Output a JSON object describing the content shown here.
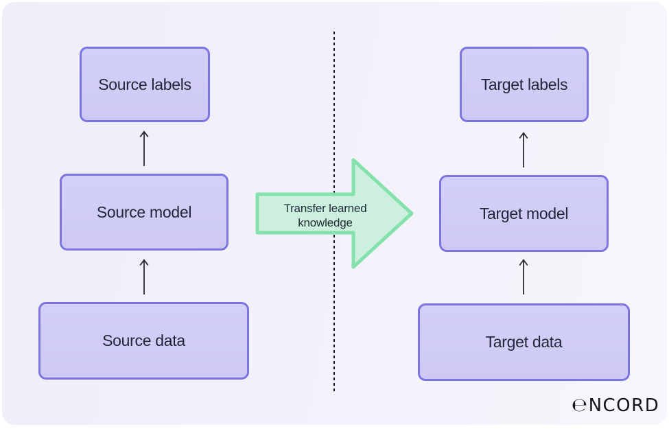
{
  "left_column": {
    "boxes": [
      {
        "label": "Source labels"
      },
      {
        "label": "Source model"
      },
      {
        "label": "Source data"
      }
    ]
  },
  "right_column": {
    "boxes": [
      {
        "label": "Target labels"
      },
      {
        "label": "Target model"
      },
      {
        "label": "Target data"
      }
    ]
  },
  "transfer_arrow": {
    "line1": "Transfer learned",
    "line2": "knowledge"
  },
  "logo": {
    "e": "℮",
    "text": "NCORD"
  },
  "colors": {
    "box_fill": "#cdc9f4",
    "box_border": "#7b74e1",
    "arrow_fill": "#cdf0de",
    "arrow_border": "#84e1ab",
    "bg_left": "#efedf7",
    "bg_right": "#f7f6fc",
    "text": "#212738",
    "logo": "#17131d"
  }
}
